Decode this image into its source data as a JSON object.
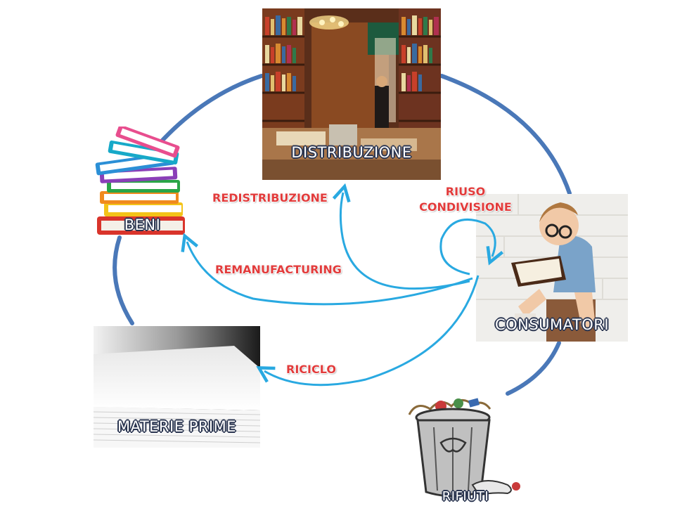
{
  "nodes": {
    "distribuzione": "DISTRIBUZIONE",
    "beni": "BENI",
    "consumatori": "CONSUMATORI",
    "materie_prime": "MATERIE PRIME",
    "rifiuti": "RIFIUTI"
  },
  "flows": {
    "redistribuzione": "REDISTRIBUZIONE",
    "riuso": "RIUSO",
    "condivisione": "CONDIVISIONE",
    "remanufacturing": "REMANUFACTURING",
    "riciclo": "RICICLO"
  },
  "colors": {
    "main_cycle": "#4a78b8",
    "inner_arrows": "#29a9e1",
    "flow_text": "#e23b3b"
  }
}
